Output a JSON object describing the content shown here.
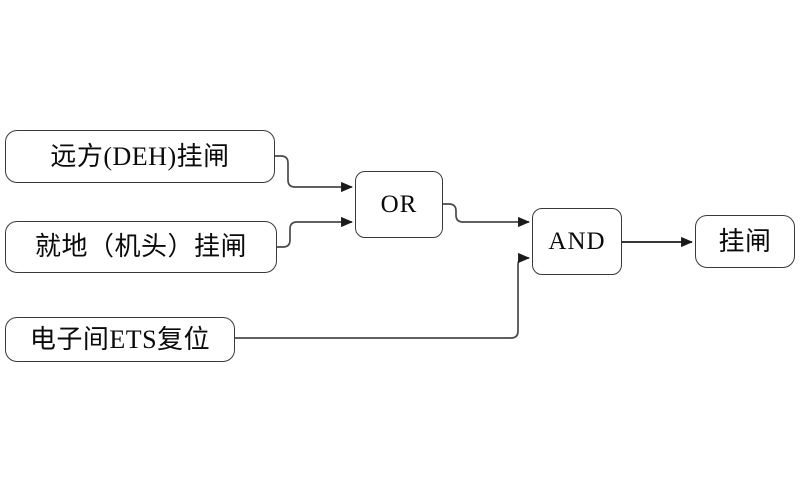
{
  "diagram": {
    "title": "",
    "background_color": "#ffffff",
    "line_color": "#4a4a4a",
    "border_color": "#3a3a3a",
    "text_color": "#0a0a0a",
    "nodes": {
      "remote_trip": {
        "label": "远方(DEH)挂闸",
        "type": "input"
      },
      "local_trip": {
        "label": "就地（机头）挂闸",
        "type": "input"
      },
      "ets_reset": {
        "label": "电子间ETS复位",
        "type": "input"
      },
      "or_gate": {
        "label": "OR",
        "type": "gate"
      },
      "and_gate": {
        "label": "AND",
        "type": "gate"
      },
      "output": {
        "label": "挂闸",
        "type": "output"
      }
    },
    "connections": [
      {
        "from": "remote_trip",
        "to": "or_gate",
        "port": "input-1"
      },
      {
        "from": "local_trip",
        "to": "or_gate",
        "port": "input-2"
      },
      {
        "from": "or_gate",
        "to": "and_gate",
        "port": "input-1"
      },
      {
        "from": "ets_reset",
        "to": "and_gate",
        "port": "input-2"
      },
      {
        "from": "and_gate",
        "to": "output",
        "port": "input-1"
      }
    ]
  }
}
